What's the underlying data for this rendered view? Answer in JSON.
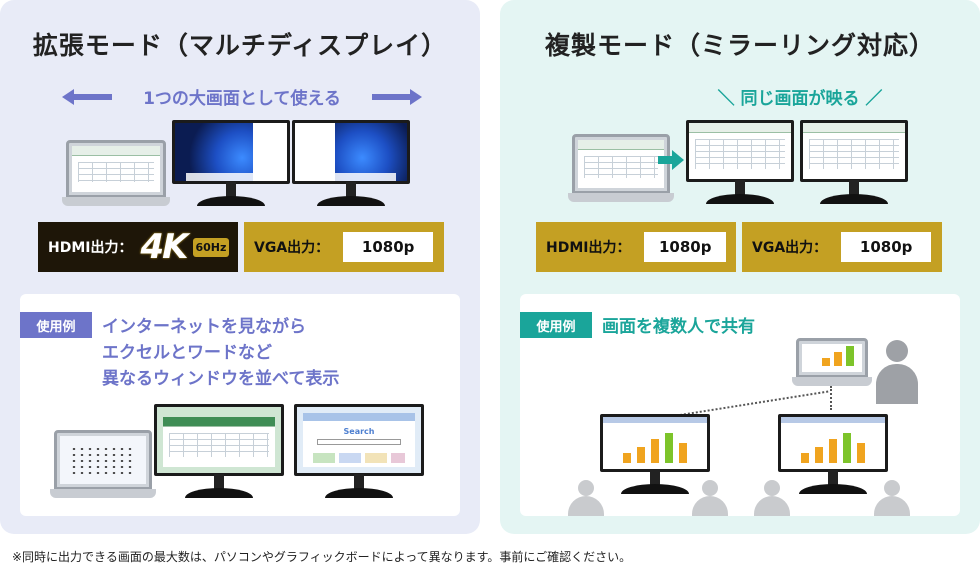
{
  "left": {
    "title": "拡張モード（マルチディスプレイ）",
    "tagline": "1つの大画面として使える",
    "hdmi_label": "HDMI出力：",
    "hdmi_value": "4K",
    "hdmi_hz": "60Hz",
    "vga_label": "VGA出力：",
    "vga_value": "1080p",
    "usecase_badge": "使用例",
    "usecase_lines": [
      "インターネットを見ながら",
      "エクセルとワードなど",
      "異なるウィンドウを並べて表示"
    ],
    "browser_search": "Search"
  },
  "right": {
    "title": "複製モード（ミラーリング対応）",
    "tagline": "＼ 同じ画面が映る ／",
    "hdmi_label": "HDMI出力：",
    "hdmi_value": "1080p",
    "vga_label": "VGA出力：",
    "vga_value": "1080p",
    "usecase_badge": "使用例",
    "usecase_text": "画面を複数人で共有"
  },
  "footnote": "※同時に出力できる画面の最大数は、パソコンやグラフィックボードによって異なります。事前にご確認ください。",
  "colors": {
    "left_bg": "#e8ebf7",
    "right_bg": "#e4f5f3",
    "purple": "#6d74c9",
    "teal": "#1aa59a",
    "gold": "#c4a023"
  }
}
